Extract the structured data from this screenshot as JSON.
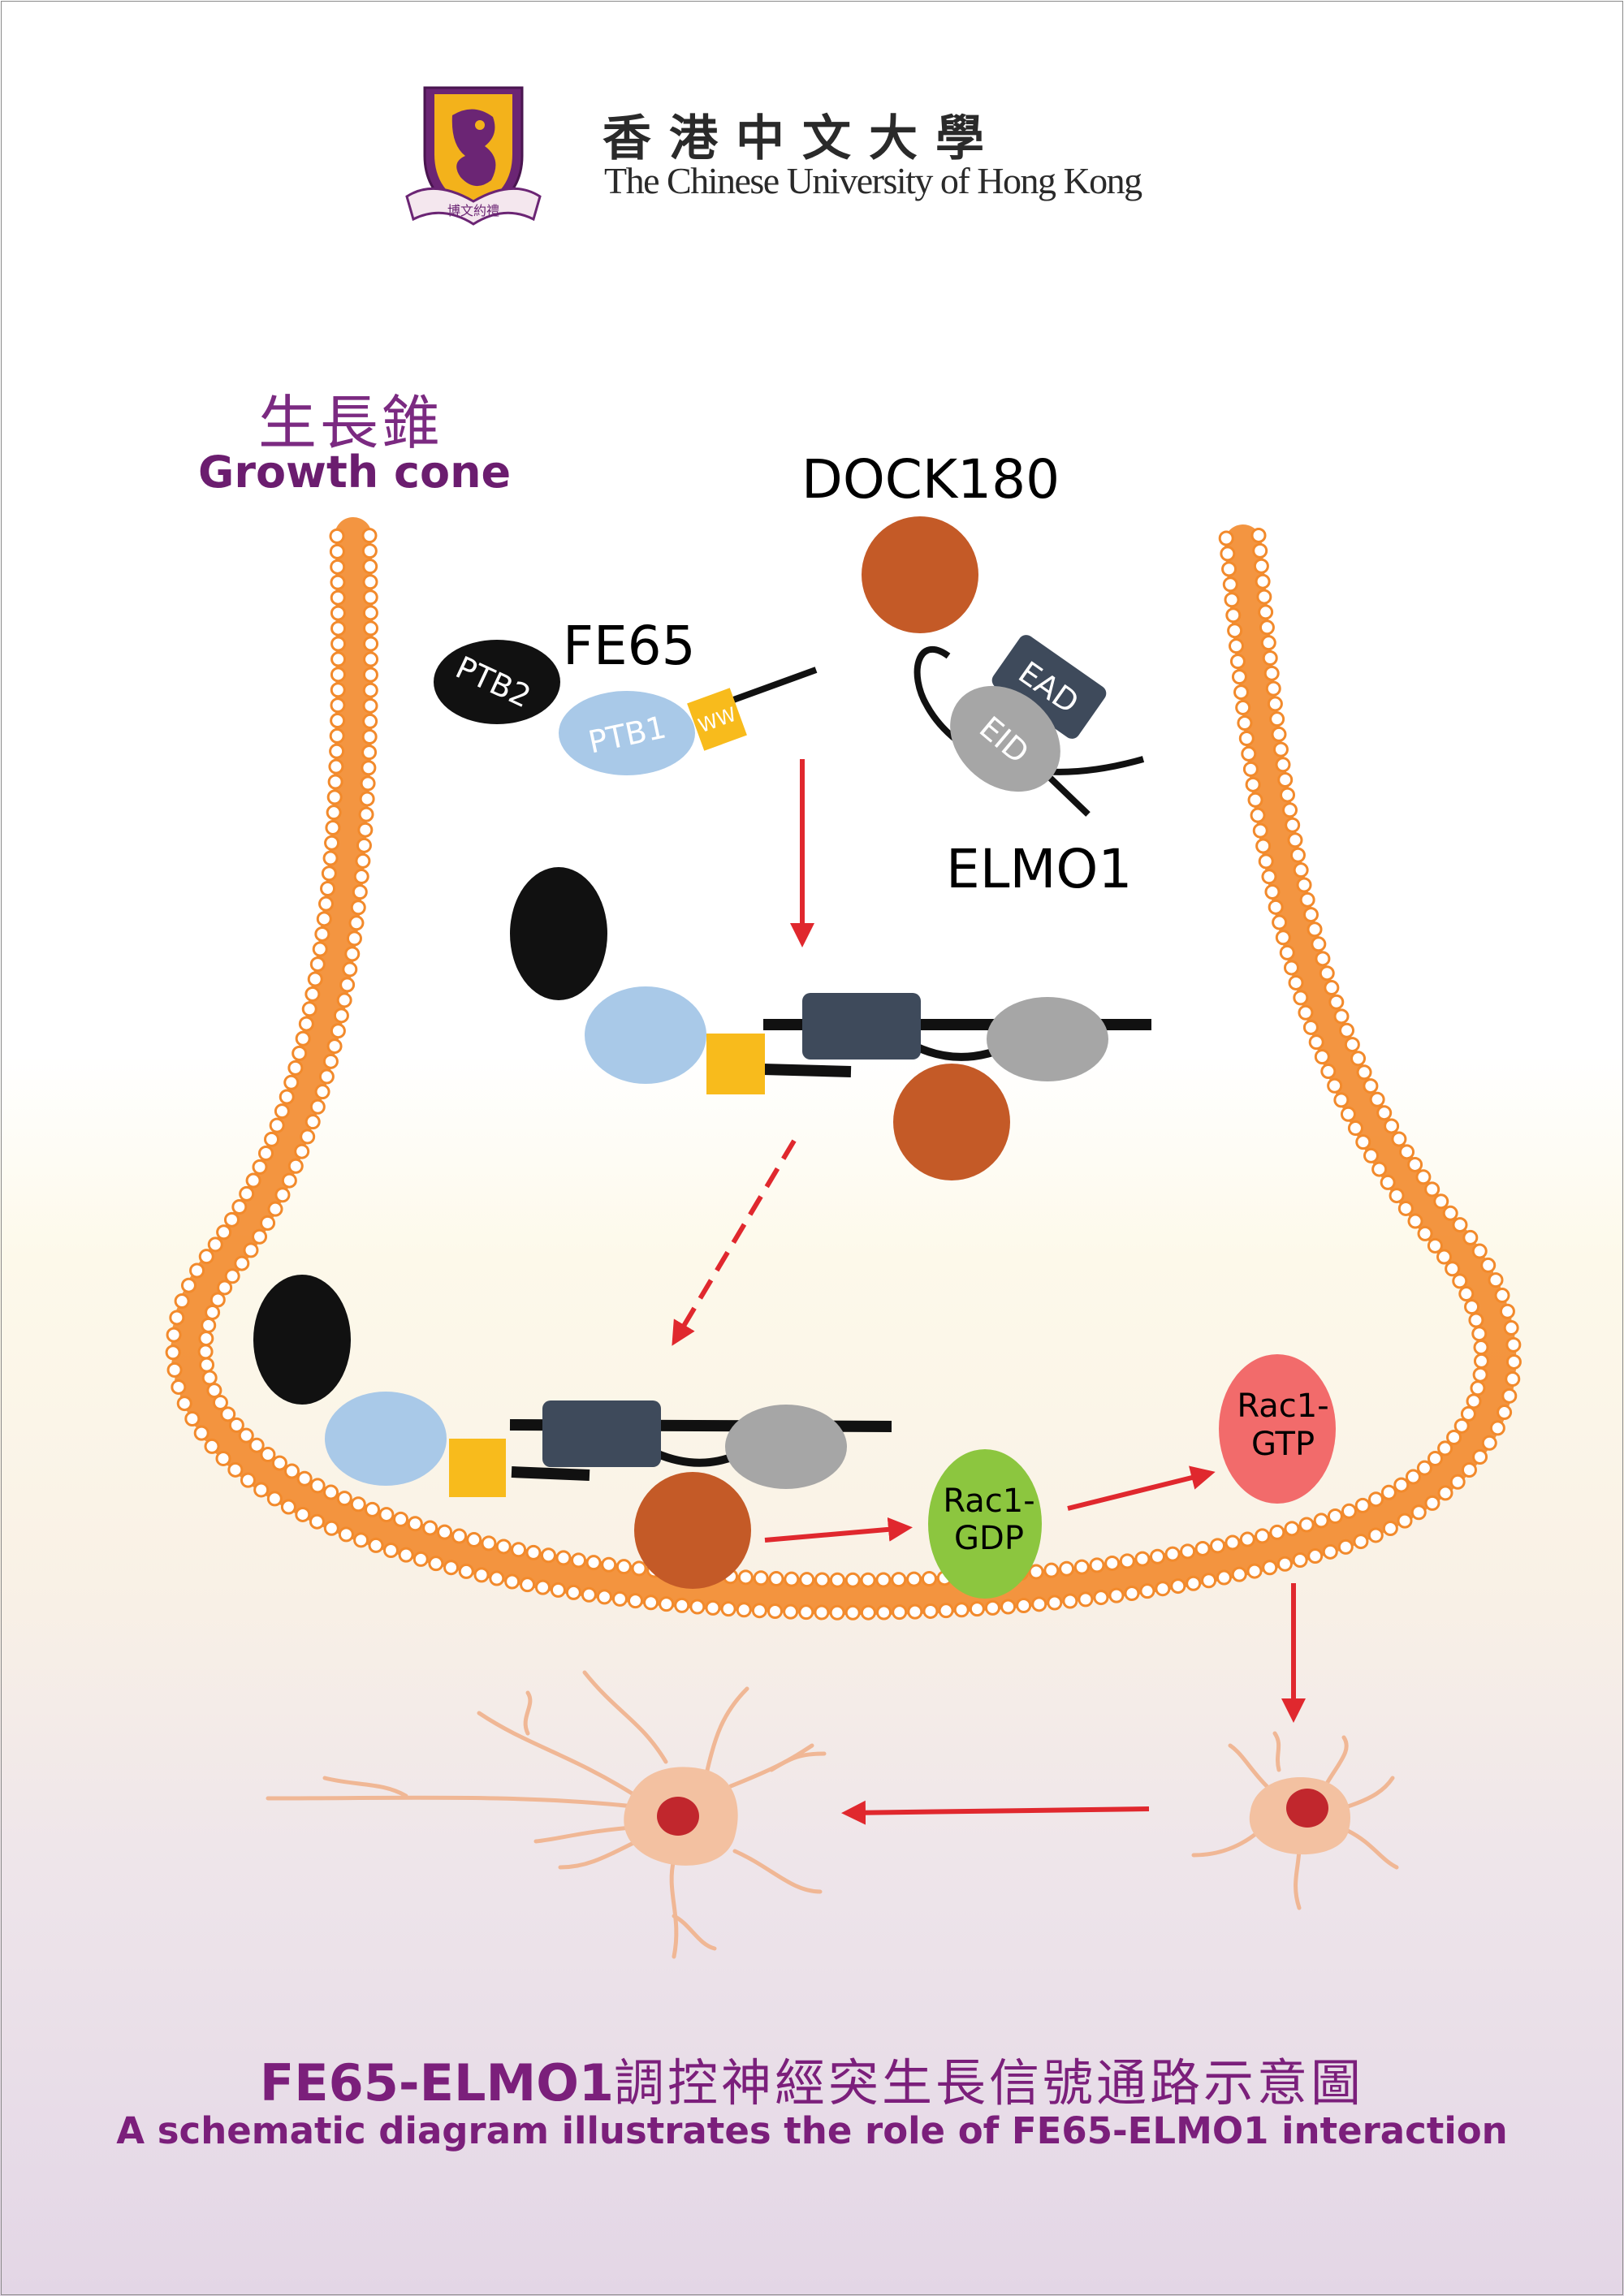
{
  "header": {
    "logo_name": "cuhk-crest",
    "logo_motto": "博文約禮",
    "university_zh": "香港中文大學",
    "university_en": "The Chinese University of Hong Kong"
  },
  "growth_cone": {
    "label_zh": "生長錐",
    "label_en": "Growth cone"
  },
  "proteins": {
    "dock180": "DOCK180",
    "fe65": "FE65",
    "elmo1": "ELMO1",
    "ptb2": "PTB2",
    "ptb1": "PTB1",
    "ww": "WW",
    "ead": "EAD",
    "eid": "EID",
    "rac1_gdp_line1": "Rac1-",
    "rac1_gdp_line2": "GDP",
    "rac1_gtp_line1": "Rac1-",
    "rac1_gtp_line2": "GTP"
  },
  "caption": {
    "title_en": "FE65-ELMO1",
    "title_zh": "調控神經突生長信號通路示意圖",
    "subtitle": "A schematic diagram illustrates the role of FE65-ELMO1 interaction"
  },
  "colors": {
    "purple_text": "#7b1f7b",
    "membrane": "#f28a2c",
    "arrow_red": "#e0282e",
    "ptb2_black": "#111111",
    "ptb1_blue": "#a9c9e8",
    "ww_yellow": "#f8bb1c",
    "dock180_orange": "#c45a27",
    "ead_slate": "#3e4a5b",
    "eid_grey": "#a6a6a6",
    "rac1_gdp_green": "#8cc63f",
    "rac1_gtp_red": "#f26b6b",
    "neuron_body": "#f3c1a1",
    "neuron_nucleus": "#c1272d"
  }
}
